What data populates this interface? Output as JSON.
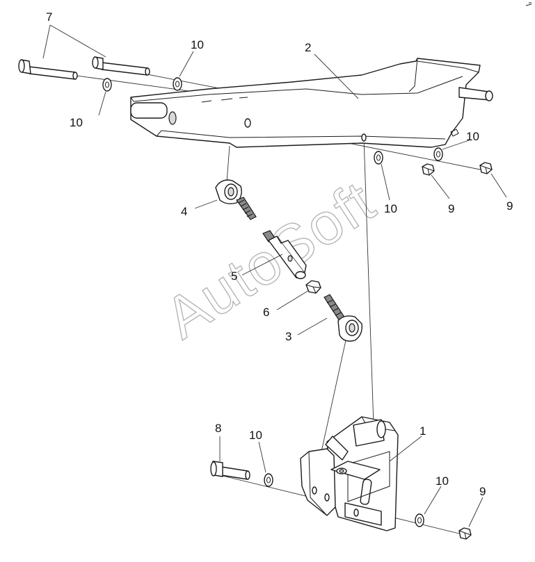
{
  "watermark": "AutoSoft",
  "callouts": {
    "c7": "7",
    "c10a": "10",
    "c2": "2",
    "c10b": "10",
    "c10c": "10",
    "c10d": "10",
    "c9a": "9",
    "c9b": "9",
    "c4": "4",
    "c5": "5",
    "c6": "6",
    "c3": "3",
    "c1": "1",
    "c8": "8",
    "c10e": "10",
    "c10f": "10",
    "c9c": "9"
  }
}
